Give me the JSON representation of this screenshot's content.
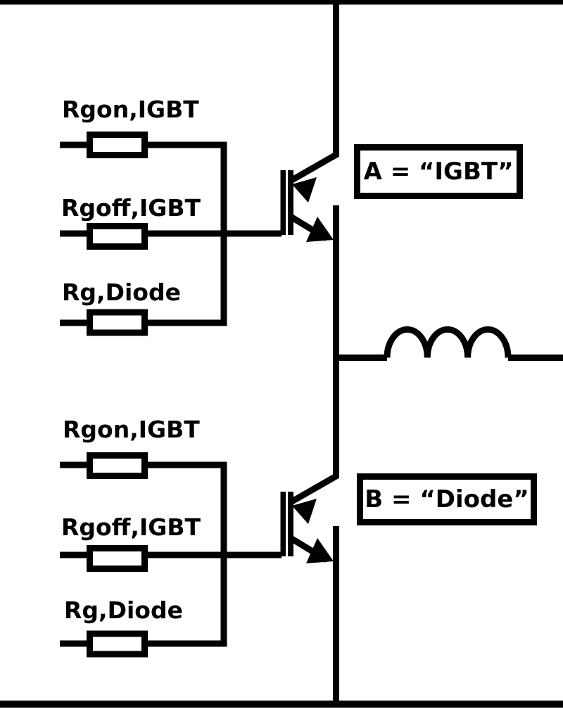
{
  "diagram": {
    "background_color": "#ffffff",
    "line_color": "#000000",
    "gate_drivers": [
      {
        "annotation": "A = “IGBT”",
        "resistor_labels": [
          "Rgon,IGBT",
          "Rgoff,IGBT",
          "Rg,Diode"
        ]
      },
      {
        "annotation": "B = “Diode”",
        "resistor_labels": [
          "Rgon,IGBT",
          "Rgoff,IGBT",
          "Rg,Diode"
        ]
      }
    ]
  }
}
